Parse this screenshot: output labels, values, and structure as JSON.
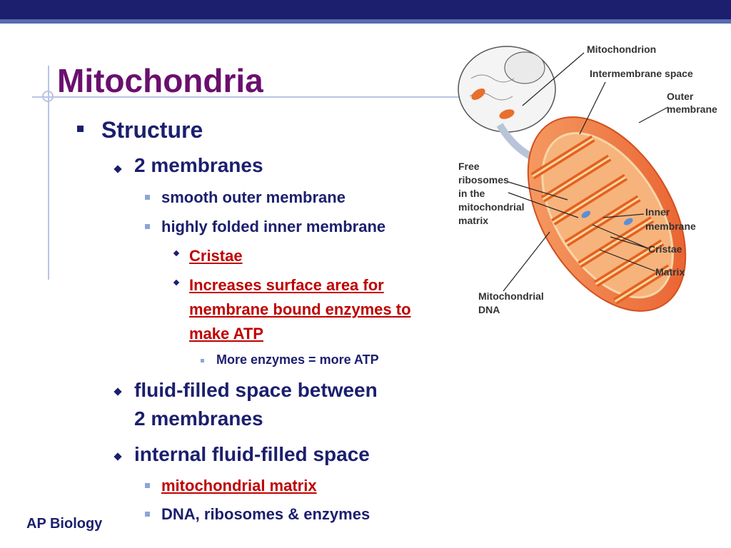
{
  "title": "Mitochondria",
  "bullets": {
    "structure": "Structure",
    "two_membranes": "2 membranes",
    "smooth_outer": "smooth outer membrane",
    "highly_folded": "highly folded inner membrane",
    "cristae": "Cristae",
    "increases_1": "Increases surface area for",
    "increases_2": "membrane bound enzymes to",
    "increases_3": "make ATP",
    "more_enzymes": "More enzymes = more ATP",
    "fluid_space_1": "fluid-filled space between",
    "fluid_space_2": "2 membranes",
    "internal_fluid": "internal fluid-filled space",
    "matrix": "mitochondrial matrix",
    "dna": "DNA, ribosomes & enzymes"
  },
  "diagram_labels": {
    "mitochondrion": "Mitochondrion",
    "intermembrane": "Intermembrane space",
    "outer_1": "Outer",
    "outer_2": "membrane",
    "free_1": "Free",
    "free_2": "ribosomes",
    "free_3": "in the",
    "free_4": "mitochondrial",
    "free_5": "matrix",
    "inner_1": "Inner",
    "inner_2": "membrane",
    "cristae": "Cristae",
    "matrix": "Matrix",
    "mtdna_1": "Mitochondrial",
    "mtdna_2": "DNA"
  },
  "footer": "AP Biology",
  "colors": {
    "title": "#6a0f6e",
    "text": "#1b1f6e",
    "highlight": "#c00000",
    "topbar": "#1b1f6e"
  }
}
